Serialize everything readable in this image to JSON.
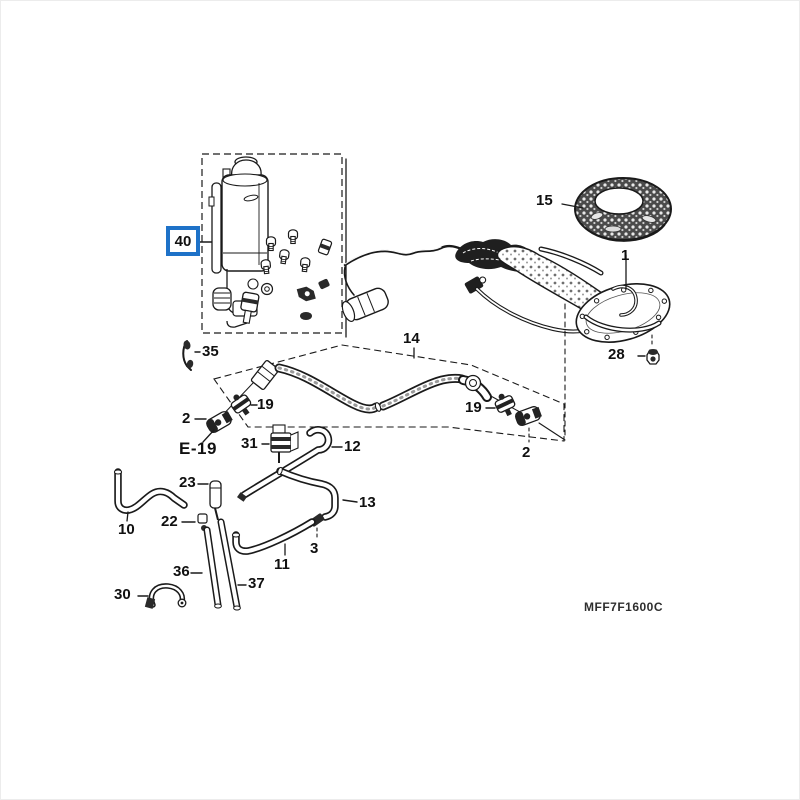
{
  "diagram": {
    "code": "MFF7F1600C",
    "highlight_color": "#1e72c8",
    "line_color": "#1a1a1a",
    "background_color": "#ffffff",
    "highlighted_part": "40",
    "callouts": {
      "c40": {
        "label": "40"
      },
      "c15": {
        "label": "15"
      },
      "c1": {
        "label": "1"
      },
      "c28": {
        "label": "28"
      },
      "c35": {
        "label": "35"
      },
      "c14": {
        "label": "14"
      },
      "c19L": {
        "label": "19"
      },
      "c2L": {
        "label": "2"
      },
      "cE19": {
        "label": "E-19"
      },
      "c31": {
        "label": "31"
      },
      "c12": {
        "label": "12"
      },
      "c19R": {
        "label": "19"
      },
      "c2R": {
        "label": "2"
      },
      "c23": {
        "label": "23"
      },
      "c22": {
        "label": "22"
      },
      "c10": {
        "label": "10"
      },
      "c36": {
        "label": "36"
      },
      "c30": {
        "label": "30"
      },
      "c37": {
        "label": "37"
      },
      "c11": {
        "label": "11"
      },
      "c3": {
        "label": "3"
      },
      "c13": {
        "label": "13"
      }
    }
  }
}
